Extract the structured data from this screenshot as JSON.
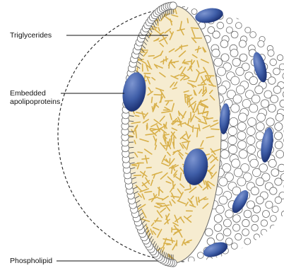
{
  "labels": {
    "triglycerides": "Triglycerides",
    "apolipoproteins_line1": "Embedded",
    "apolipoproteins_line2": "apolipoproteins",
    "phospholipid": "Phospholipid"
  },
  "colors": {
    "phospholipid_head": "#ffffff",
    "phospholipid_outline": "#6a6a6a",
    "triglyceride": "#d8b04a",
    "apolipoprotein": "#3f5ea8",
    "apolipoprotein_dark": "#1f3577",
    "outline_dashed": "#222222"
  }
}
